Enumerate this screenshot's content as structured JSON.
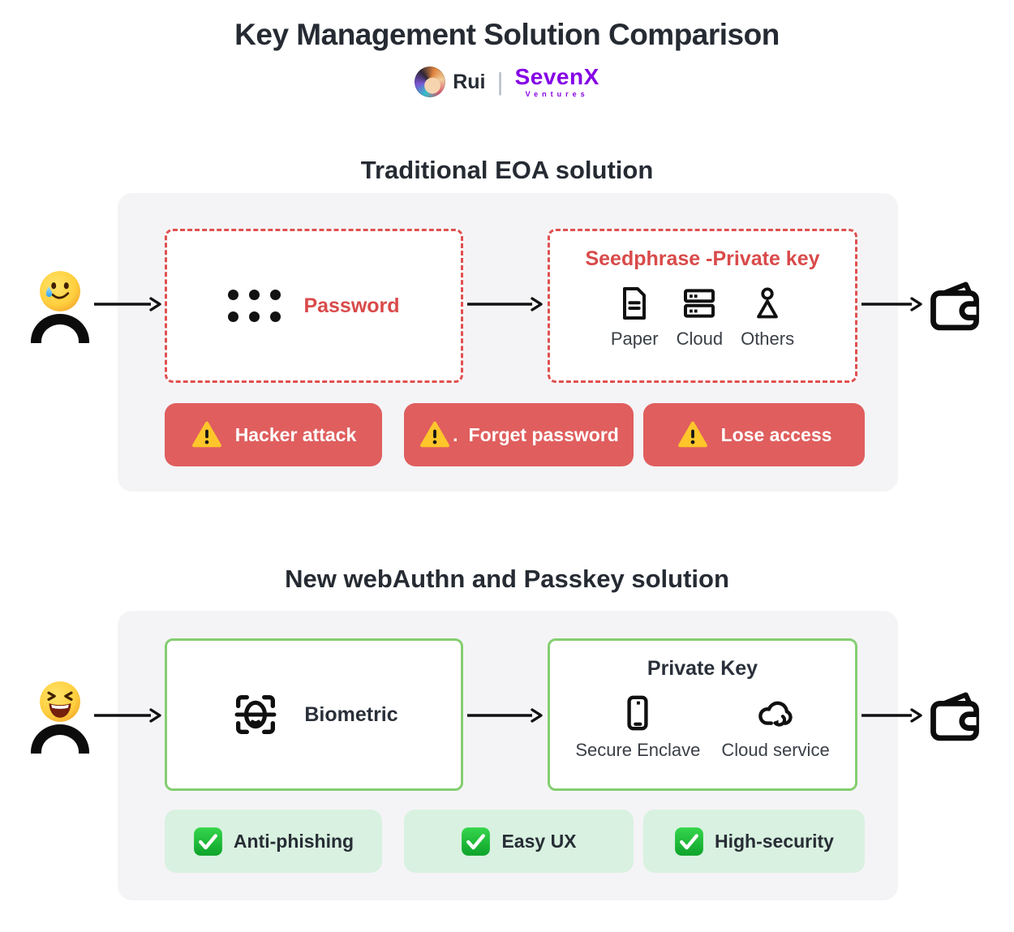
{
  "header": {
    "title": "Key Management Solution Comparison",
    "author": "Rui",
    "separator": "|",
    "org_name": "SevenX",
    "org_subtitle": "Ventures"
  },
  "traditional": {
    "heading": "Traditional EOA solution",
    "password": {
      "icon": "password-dots-icon",
      "label": "Password"
    },
    "seedphrase": {
      "title": "Seedphrase -Private key",
      "items": [
        {
          "icon": "paper-document-icon",
          "label": "Paper"
        },
        {
          "icon": "server-storage-icon",
          "label": "Cloud"
        },
        {
          "icon": "person-icon",
          "label": "Others"
        }
      ]
    },
    "warnings": [
      {
        "icon": "warning-triangle-icon",
        "suffix": "",
        "label": "Hacker attack"
      },
      {
        "icon": "warning-triangle-icon",
        "suffix": ".",
        "label": "Forget password"
      },
      {
        "icon": "warning-triangle-icon",
        "suffix": "",
        "label": "Lose access"
      }
    ]
  },
  "passkey": {
    "heading": "New webAuthn and Passkey solution",
    "biometric": {
      "icon": "face-scan-icon",
      "label": "Biometric"
    },
    "private_key": {
      "title": "Private Key",
      "items": [
        {
          "icon": "smartphone-icon",
          "label": "Secure Enclave"
        },
        {
          "icon": "cloud-sync-icon",
          "label": "Cloud service"
        }
      ]
    },
    "benefits": [
      {
        "icon": "green-check-icon",
        "label": "Anti-phishing"
      },
      {
        "icon": "green-check-icon",
        "label": "Easy UX"
      },
      {
        "icon": "green-check-icon",
        "label": "High-security"
      }
    ]
  },
  "figures": {
    "left_user_traditional": "smiling-face-with-tear-emoji",
    "left_user_passkey": "grinning-squinting-face-emoji",
    "right_destination": "wallet-icon"
  },
  "colors": {
    "red_border": "#e05050",
    "red_text": "#d94a4a",
    "warning_badge_bg": "#e05e5e",
    "green_border": "#84ce71",
    "benefit_badge_bg": "#d9f1e0",
    "brand_purple": "#8500e6",
    "dark_text": "#262b33",
    "panel_bg": "#f4f4f6"
  }
}
